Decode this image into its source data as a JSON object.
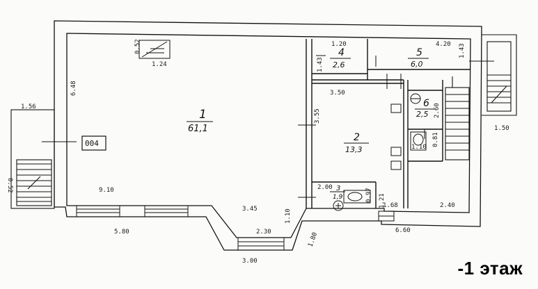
{
  "floor_label": "-1 этаж",
  "code_box": "004",
  "rooms": [
    {
      "num": "1",
      "area": "61,1"
    },
    {
      "num": "2",
      "area": "13,3"
    },
    {
      "num": "3",
      "area": "1,9"
    },
    {
      "num": "4",
      "area": "2,6"
    },
    {
      "num": "5",
      "area": "6,0"
    },
    {
      "num": "6",
      "area": "2,5"
    }
  ],
  "dimensions": {
    "d_1_56": "1.56",
    "d_0_52": "0.52",
    "d_1_24": "1.24",
    "d_6_48": "6.48",
    "d_9_10": "9.10",
    "d_3_45": "3.45",
    "d_1_10": "1.10",
    "d_5_80": "5.80",
    "d_2_30": "2.30",
    "d_3_00": "3.00",
    "d_1_80": "1.80",
    "d_1_20": "1.20",
    "d_1_43a": "1.43",
    "d_4_20": "4.20",
    "d_1_43b": "1.43",
    "d_3_50": "3.50",
    "d_3_55": "3.55",
    "d_2_60": "2.60",
    "d_1_10b": "1.10",
    "d_0_81": "0.81",
    "d_2_00": "2.00",
    "d_0_97": "0.97",
    "d_1_21": "1.21",
    "d_1_68": "1.68",
    "d_2_40": "2.40",
    "d_6_60": "6.60",
    "d_1_50": "1.50",
    "d_0_52b": "0.52"
  },
  "colors": {
    "ink": "#111111",
    "paper": "#fbfbf9"
  }
}
